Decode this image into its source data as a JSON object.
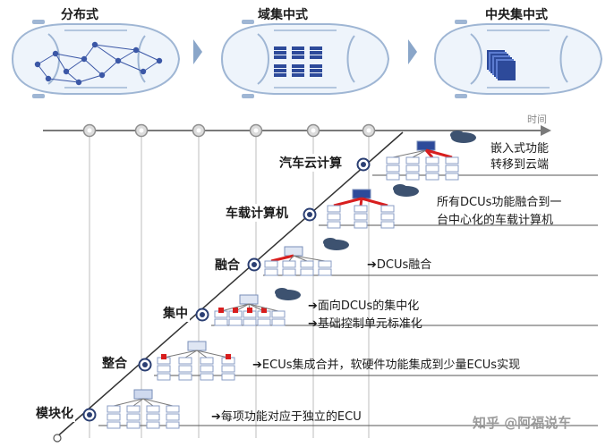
{
  "top_labels": {
    "distributed": "分布式",
    "domain_centralized": "域集中式",
    "central_centralized": "中央集中式"
  },
  "axis": {
    "time_label": "时间"
  },
  "stages": [
    {
      "name": "汽车云计算",
      "desc": [
        "嵌入式功能",
        "转移到云端"
      ]
    },
    {
      "name": "车载计算机",
      "desc": [
        "所有DCUs功能融合到一",
        "台中心化的车载计算机"
      ]
    },
    {
      "name": "融合",
      "desc": [
        "DCUs融合"
      ]
    },
    {
      "name": "集中",
      "desc": [
        "面向DCUs的集中化",
        "基础控制单元标准化"
      ]
    },
    {
      "name": "整合",
      "desc": [
        "ECUs集成合并，软硬件功能集成到少量ECUs实现"
      ]
    },
    {
      "name": "模块化",
      "desc": [
        "每项功能对应于独立的ECU"
      ]
    }
  ],
  "watermark": "知乎 @阿福说车",
  "colors": {
    "car_outline": "#9fb6d4",
    "car_fill": "#eef4fb",
    "network_node": "#3b57a6",
    "ecu_block": "#2d4a9a",
    "accent_red": "#d81e1e",
    "line_gray": "#7a7a7a",
    "chevron": "#8aa6c9",
    "cloud": "#3d5270"
  }
}
